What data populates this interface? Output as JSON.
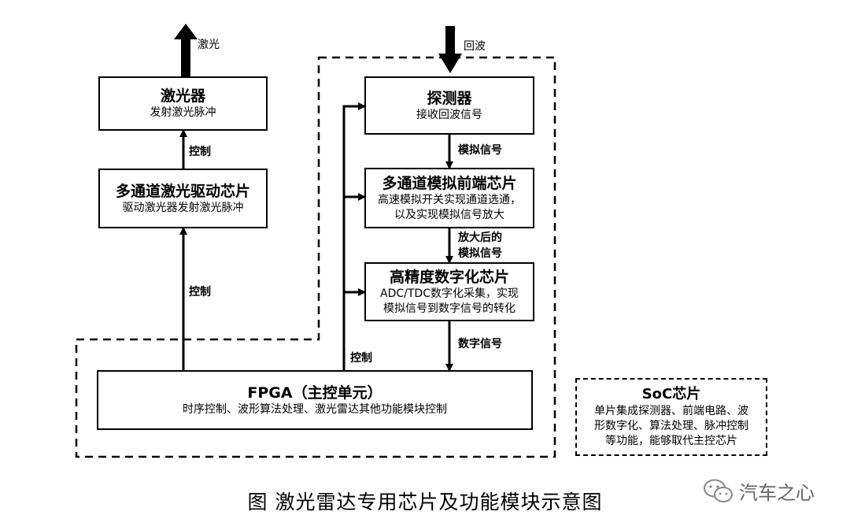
{
  "top_labels": {
    "laser_out": "激光",
    "echo_in": "回波"
  },
  "boxes": {
    "laser": {
      "title": "激光器",
      "desc": "发射激光脉冲"
    },
    "driver": {
      "title": "多通道激光驱动芯片",
      "desc": "驱动激光器发射激光脉冲"
    },
    "detector": {
      "title": "探测器",
      "desc": "接收回波信号"
    },
    "afe": {
      "title": "多通道模拟前端芯片",
      "desc_lines": [
        "高速模拟开关实现通道选通，",
        "以及实现模拟信号放大"
      ]
    },
    "adc": {
      "title": "高精度数字化芯片",
      "desc_lines": [
        "ADC/TDC数字化采集，实现",
        "模拟信号到数字信号的转化"
      ]
    },
    "fpga": {
      "title": "FPGA（主控单元）",
      "desc": "时序控制、波形算法处理、激光雷达其他功能模块控制"
    },
    "soc": {
      "title": "SoC芯片",
      "desc_lines": [
        "单片集成探测器、前端电路、波",
        "形数字化、算法处理、脉冲控制",
        "等功能，能够取代主控芯片"
      ]
    }
  },
  "edge_labels": {
    "driver_to_laser": "控制",
    "fpga_to_driver": "控制",
    "fpga_to_detector": "控制",
    "detector_to_afe": "模拟信号",
    "afe_to_adc": [
      "放大后的",
      "模拟信号"
    ],
    "adc_to_fpga": "数字信号"
  },
  "caption": "图  激光雷达专用芯片及功能模块示意图",
  "watermark": "汽车之心"
}
